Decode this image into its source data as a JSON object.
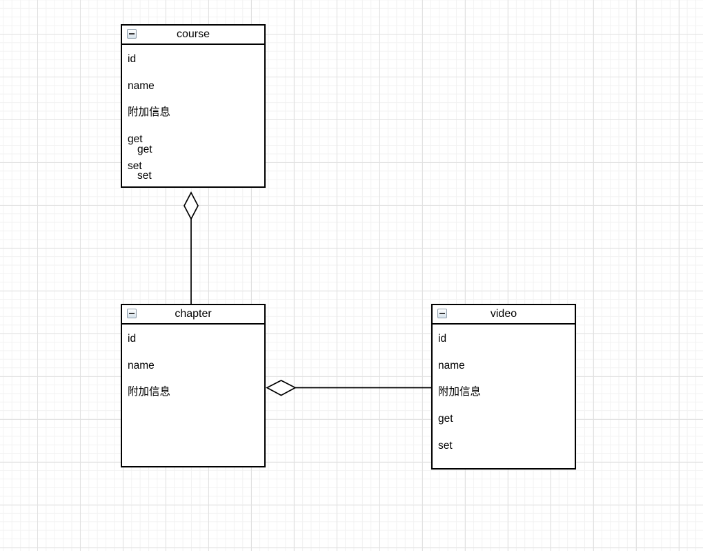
{
  "canvas": {
    "background_color": "#ffffff",
    "grid_minor_color": "#f2f2f2",
    "grid_major_color": "#e1e1e1"
  },
  "entities": [
    {
      "title": "course",
      "collapse_icon": "minus-square-icon",
      "fields": [
        {
          "label": "id"
        },
        {
          "label": "name"
        },
        {
          "label": "附加信息"
        },
        {
          "label": "get"
        },
        {
          "label": "get",
          "overlap": true
        },
        {
          "label": "set"
        },
        {
          "label": "set",
          "overlap": true
        }
      ]
    },
    {
      "title": "chapter",
      "collapse_icon": "minus-square-icon",
      "fields": [
        {
          "label": "id"
        },
        {
          "label": "name"
        },
        {
          "label": "附加信息"
        }
      ]
    },
    {
      "title": "video",
      "collapse_icon": "minus-square-icon",
      "fields": [
        {
          "label": "id"
        },
        {
          "label": "name"
        },
        {
          "label": "附加信息"
        },
        {
          "label": "get"
        },
        {
          "label": "set"
        }
      ]
    }
  ],
  "relationships": [
    {
      "type": "aggregation",
      "from": "chapter",
      "to": "course",
      "marker": "hollow-diamond"
    },
    {
      "type": "aggregation",
      "from": "video",
      "to": "chapter",
      "marker": "hollow-diamond"
    }
  ],
  "colors": {
    "box_border": "#000000",
    "box_background": "#ffffff",
    "line": "#000000",
    "text": "#000000"
  }
}
